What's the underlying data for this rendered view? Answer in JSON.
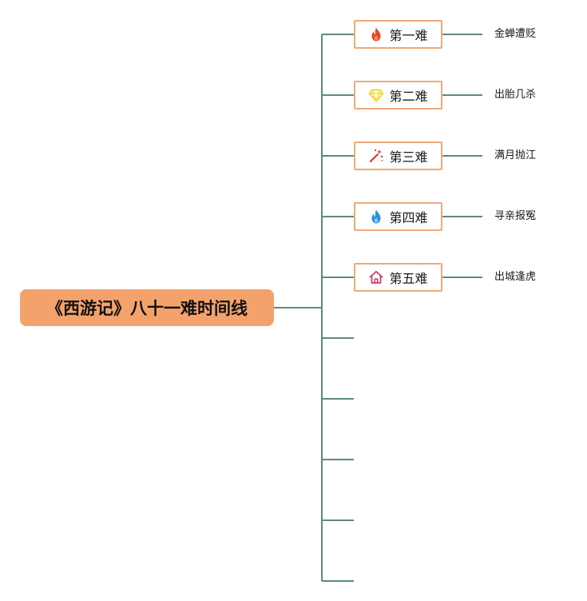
{
  "diagram": {
    "root": {
      "label": "《西游记》八十一难时间线"
    },
    "branches": [
      {
        "label": "第一难",
        "icon": "fire-icon",
        "detail": "金蝉遭贬"
      },
      {
        "label": "第二难",
        "icon": "diamond-icon",
        "detail": "出胎几杀"
      },
      {
        "label": "第三难",
        "icon": "magic-wand-icon",
        "detail": "满月抛江"
      },
      {
        "label": "第四难",
        "icon": "blue-flame-icon",
        "detail": "寻亲报冤"
      },
      {
        "label": "第五难",
        "icon": "house-icon",
        "detail": "出城逢虎"
      }
    ],
    "empty_branch_count": 5
  },
  "colors": {
    "connector": "#5c8a7e",
    "root_fill": "#f4a26b",
    "node_border": "#f0a978",
    "fire": "#e8452c",
    "diamond": "#f5d716",
    "wand": "#d8342c",
    "blue_flame": "#2f8fe0",
    "house": "#c7436b"
  }
}
